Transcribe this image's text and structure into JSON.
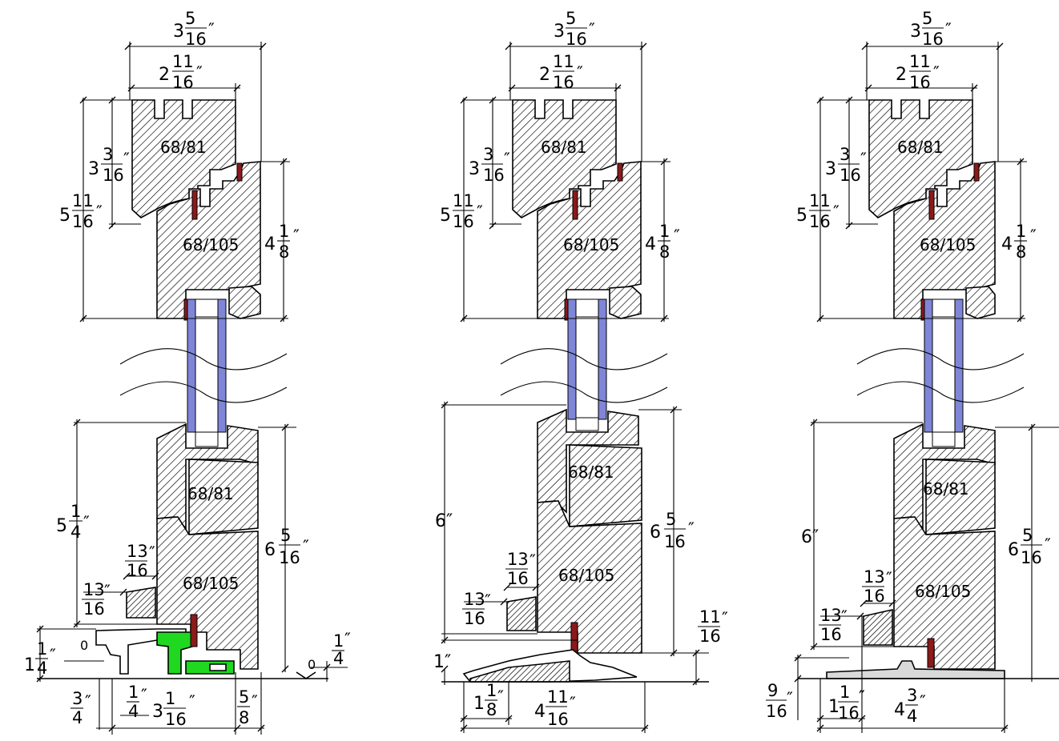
{
  "colors": {
    "line": "#000000",
    "glass": "#7f86d8",
    "gasket": "#8b1a1a",
    "highlight": "#1fd81f",
    "sill_fill": "#d9d9d9"
  },
  "sections": [
    {
      "profile_top": "68/81",
      "profile_top_lower": "68/105",
      "profile_bottom_upper": "68/81",
      "profile_bottom_lower": "68/105",
      "dims": {
        "overall_width": {
          "w": "3",
          "n": "5",
          "d": "16",
          "u": "″"
        },
        "sash_width": {
          "w": "2",
          "n": "11",
          "d": "16",
          "u": "″"
        },
        "top_sash_height": {
          "w": "3",
          "n": "3",
          "d": "16",
          "u": "″"
        },
        "top_total_height": {
          "w": "5",
          "n": "11",
          "d": "16",
          "u": "″"
        },
        "top_frame_height": {
          "w": "4",
          "n": "1",
          "d": "8",
          "u": "″"
        },
        "bottom_left_height": {
          "w": "5",
          "n": "1",
          "d": "4",
          "u": "″"
        },
        "bottom_right_height": {
          "w": "6",
          "n": "5",
          "d": "16",
          "u": "″"
        },
        "drip_a": {
          "w": "",
          "n": "13",
          "d": "16",
          "u": "″"
        },
        "drip_b": {
          "w": "",
          "n": "13",
          "d": "16",
          "u": "″"
        },
        "sill_height": {
          "w": "1",
          "n": "1",
          "d": "4",
          "u": "″"
        },
        "sill_step": {
          "w": "",
          "n": "1",
          "d": "4",
          "u": "″"
        },
        "sill_depth": {
          "w": "",
          "n": "3",
          "d": "4",
          "u": "″"
        },
        "sill_offset": {
          "w": "",
          "n": "1",
          "d": "4",
          "u": "″"
        },
        "sill_width": {
          "w": "3",
          "n": "1",
          "d": "16",
          "u": "″"
        },
        "sill_edge": {
          "w": "",
          "n": "5",
          "d": "8",
          "u": "″"
        },
        "zero_left": "0",
        "zero_right": "0"
      }
    },
    {
      "profile_top": "68/81",
      "profile_top_lower": "68/105",
      "profile_bottom_upper": "68/81",
      "profile_bottom_lower": "68/105",
      "dims": {
        "overall_width": {
          "w": "3",
          "n": "5",
          "d": "16",
          "u": "″"
        },
        "sash_width": {
          "w": "2",
          "n": "11",
          "d": "16",
          "u": "″"
        },
        "top_sash_height": {
          "w": "3",
          "n": "3",
          "d": "16",
          "u": "″"
        },
        "top_total_height": {
          "w": "5",
          "n": "11",
          "d": "16",
          "u": "″"
        },
        "top_frame_height": {
          "w": "4",
          "n": "1",
          "d": "8",
          "u": "″"
        },
        "bottom_left_height": "6″",
        "bottom_right_height": {
          "w": "6",
          "n": "5",
          "d": "16",
          "u": "″"
        },
        "drip_a": {
          "w": "",
          "n": "13",
          "d": "16",
          "u": "″"
        },
        "drip_b": {
          "w": "",
          "n": "13",
          "d": "16",
          "u": "″"
        },
        "threshold_step": {
          "w": "",
          "n": "11",
          "d": "16",
          "u": "″"
        },
        "threshold_height": "1″",
        "threshold_offset": {
          "w": "1",
          "n": "1",
          "d": "8",
          "u": "″"
        },
        "threshold_width": {
          "w": "4",
          "n": "11",
          "d": "16",
          "u": "″"
        }
      }
    },
    {
      "profile_top": "68/81",
      "profile_top_lower": "68/105",
      "profile_bottom_upper": "68/81",
      "profile_bottom_lower": "68/105",
      "dims": {
        "overall_width": {
          "w": "3",
          "n": "5",
          "d": "16",
          "u": "″"
        },
        "sash_width": {
          "w": "2",
          "n": "11",
          "d": "16",
          "u": "″"
        },
        "top_sash_height": {
          "w": "3",
          "n": "3",
          "d": "16",
          "u": "″"
        },
        "top_total_height": {
          "w": "5",
          "n": "11",
          "d": "16",
          "u": "″"
        },
        "top_frame_height": {
          "w": "4",
          "n": "1",
          "d": "8",
          "u": "″"
        },
        "bottom_left_height": "6″",
        "bottom_right_height": {
          "w": "6",
          "n": "5",
          "d": "16",
          "u": "″"
        },
        "drip_a": {
          "w": "",
          "n": "13",
          "d": "16",
          "u": "″"
        },
        "drip_b": {
          "w": "",
          "n": "13",
          "d": "16",
          "u": "″"
        },
        "plate_height": {
          "w": "",
          "n": "9",
          "d": "16",
          "u": "″"
        },
        "plate_offset": {
          "w": "1",
          "n": "1",
          "d": "16",
          "u": "″"
        },
        "plate_width": {
          "w": "4",
          "n": "3",
          "d": "4",
          "u": "″"
        }
      }
    }
  ]
}
